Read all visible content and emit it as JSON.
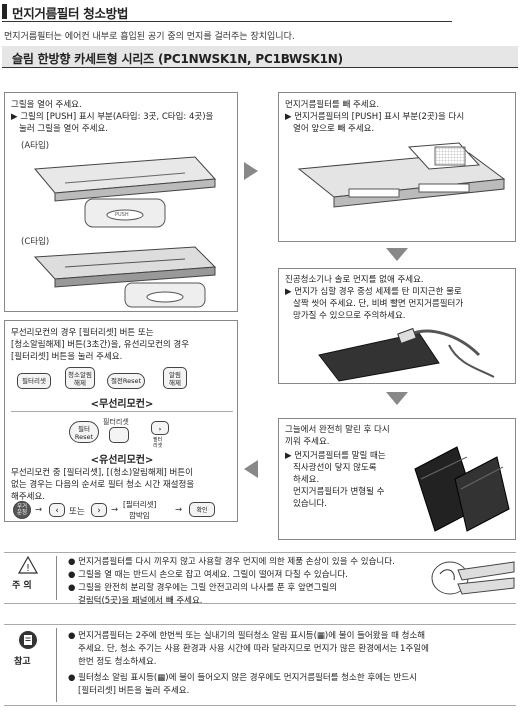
{
  "header": {
    "title": "먼지거름필터 청소방법",
    "intro": "먼지거름필터는 에어컨 내부로 흡입된 공기 중의 먼지를 걸러주는 장치입니다.",
    "subtitle": "슬림 한방향 카세트형 시리즈 (PC1NWSK1N, PC1BWSK1N)"
  },
  "step1": {
    "title": "그릴을 열어 주세요.",
    "line1": "▶ 그릴의 [PUSH] 표시 부분(A타입: 3곳, C타입: 4곳)을",
    "line2": "눌러 그릴을 열어 주세요.",
    "type_a": "(A타입)",
    "type_c": "(C타입)",
    "push_label": "PUSH"
  },
  "step2": {
    "title": "먼지거름필터를 빼 주세요.",
    "line1": "▶ 먼지거름필터의 [PUSH] 표시 부분(2곳)을 다시",
    "line2": "열어 앞으로 빼 주세요."
  },
  "step3": {
    "title": "진공청소기나 솔로 먼지를 없애 주세요.",
    "line1": "▶ 먼지가 심할 경우 중성 세제를 탄 미지근한 물로",
    "line2": "살짝 씻어 주세요. 단, 비벼 빨면 먼지거름필터가",
    "line3": "망가질 수 있으므로 주의하세요."
  },
  "step4": {
    "line1": "무선리모컨의 경우 [필터리셋] 버튼 또는",
    "line2": "[청소알림해제] 버튼(3초간)을, 유선리모컨의 경우",
    "line3": "[필터리셋] 버튼을 눌러 주세요.",
    "wireless_buttons": [
      "필터리셋",
      "청소알림\n해제",
      "절전Reset",
      "알림\n해제"
    ],
    "wireless_caption": "<무선리모컨>",
    "wired_btn1": "필터\nReset",
    "wired_label2": "필터리셋",
    "wired_side": "필터\n리셋",
    "wired_caption": "<유선리모컨>",
    "manual_line1": "무선리모컨 중 [필터리셋], [(청소)알림해제] 버튼이",
    "manual_line2": "없는 경우는 다음의 순서로 필터 청소 시간 재설정을",
    "manual_line3": "해주세요.",
    "seq_btn1": "무거\n운청",
    "seq_or": "또는",
    "seq_label": "[필터리셋]",
    "seq_label2": "깜박임",
    "seq_confirm": "확인"
  },
  "step5": {
    "title": "그늘에서 완전히 말린 후 다시",
    "title2": "끼워 주세요.",
    "line1": "▶ 먼지거름필터를 말릴 때는",
    "line2": "직사광선이 닿지 않도록",
    "line3": "하세요.",
    "line4": "먼지거름필터가 변형될 수",
    "line5": "있습니다."
  },
  "caution": {
    "label": "주 의",
    "items": [
      "먼지거름필터를 다시 끼우지 않고 사용할 경우 먼지에 의한 제품 손상이 있을 수 있습니다.",
      "그릴을 열 때는 반드시 손으로 잡고 여세요. 그릴이 떨어져 다칠 수 있습니다.",
      "그릴을 완전히 분리할 경우에는 그릴 안전고리의 나사를 푼 후 앞면그릴의",
      "걸림턱(5곳)을 패널에서 빼 주세요."
    ]
  },
  "reference": {
    "label": "참고",
    "items": [
      "먼지거름필터는 2주에 한번씩 또는 실내기의 필터청소 알림 표시등(▦)에 불이 들어왔을 때 청소해",
      "주세요. 단, 청소 주기는 사용 환경과 사용 시간에 따라 달라지므로 먼지가 많은 환경에서는 1주일에",
      "한번 정도 청소하세요.",
      "필터청소 알림 표시등(▦)에 불이 들어오지 않은 경우에도 먼지거름필터를 청소한 후에는 반드시",
      "[필터리셋] 버튼을 눌러 주세요."
    ]
  }
}
